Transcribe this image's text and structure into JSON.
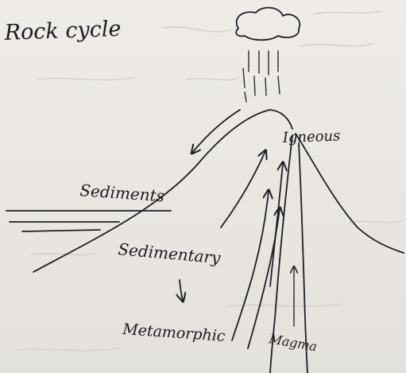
{
  "title": "Rock cycle",
  "labels": {
    "sediments": "Sediments",
    "igneous": "Igneous",
    "sedimentary": "Sedimentary",
    "metamorphic": "Metamorphic",
    "magma": "Magma"
  },
  "icons": {
    "cloud": "cloud-icon",
    "rain": "rain-icon"
  },
  "colors": {
    "paper": "#ece9e4",
    "ink": "#1f1e22"
  }
}
